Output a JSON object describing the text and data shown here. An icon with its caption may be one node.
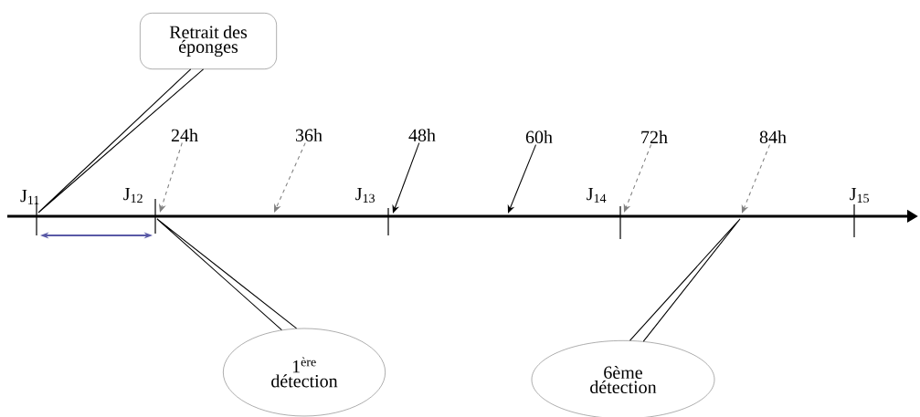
{
  "diagram": {
    "nodes": [
      {
        "text": [
          "Retrait des éponges"
        ]
      },
      {
        "text": [
          "24h"
        ]
      },
      {
        "text": [
          "36h"
        ]
      },
      {
        "text": [
          "48h"
        ]
      },
      {
        "text": [
          "60h"
        ]
      },
      {
        "text": [
          "72h"
        ]
      },
      {
        "text": [
          "84h"
        ]
      },
      {
        "text": [
          "1$^{ère}$ détection"
        ]
      },
      {
        "text": [
          "6ème détection"
        ]
      }
    ],
    "edges": [
      {
        "from": 1,
        "to": null,
        "arrow": "to",
        "style": "dashed",
        "color": "#808080"
      },
      {
        "from": 2,
        "to": null,
        "arrow": "to",
        "style": "dashed",
        "color": "#808080"
      },
      {
        "from": 3,
        "to": null,
        "arrow": "to"
      },
      {
        "from": 4,
        "to": null,
        "arrow": "to"
      },
      {
        "from": 5,
        "to": null,
        "arrow": "to",
        "style": "dashed",
        "color": "#808080"
      },
      {
        "from": 6,
        "to": null,
        "arrow": "to",
        "style": "dashed",
        "color": "#808080"
      },
      {
        "from": 0,
        "to": null,
        "arrow": "none"
      },
      {
        "from": 7,
        "to": null,
        "arrow": "none"
      },
      {
        "from": 8,
        "to": null,
        "arrow": "none"
      }
    ],
    "labels": [
      "J$_{11}$",
      "J$_{12}$",
      "J$_{13}$",
      "J$_{14}$",
      "J$_{15}$"
    ]
  }
}
